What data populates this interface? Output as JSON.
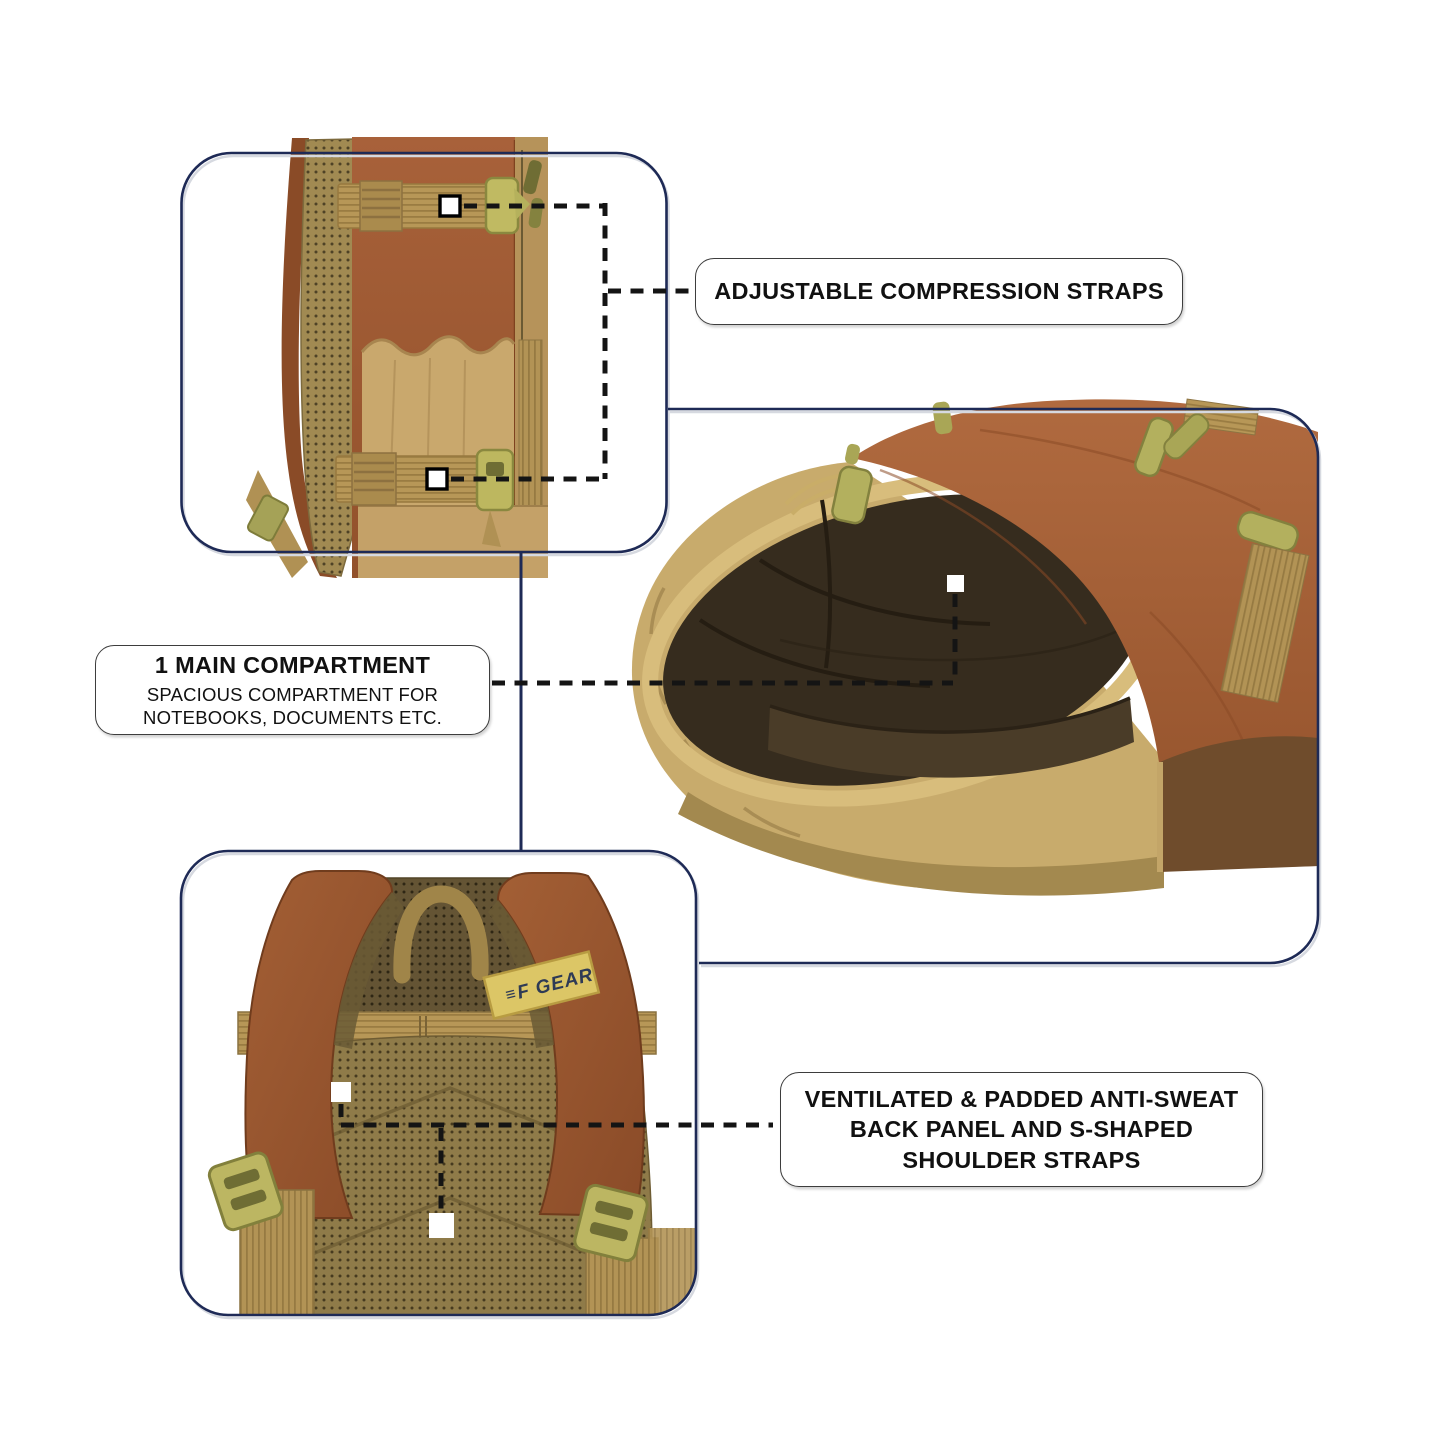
{
  "page": {
    "background": "#ffffff"
  },
  "palette": {
    "outline_navy": "#1e2a56",
    "dash_black": "#141414",
    "label_border": "#3d3d3d",
    "label_text": "#111111",
    "canvas_brown": "#a05d33",
    "khaki_webbing": "#b29355",
    "tan_lining": "#c8ab6c",
    "olive_buckle": "#b3b05e",
    "mesh_khaki": "#8f7b49",
    "logo_band_yellow": "#dcc666"
  },
  "callouts": {
    "compression": {
      "label": "ADJUSTABLE COMPRESSION STRAPS"
    },
    "compartment": {
      "title": "1 MAIN COMPARTMENT",
      "subtitle_line1": "SPACIOUS COMPARTMENT FOR",
      "subtitle_line2": "NOTEBOOKS, DOCUMENTS ETC."
    },
    "back_panel": {
      "label": "VENTILATED & PADDED ANTI-SWEAT BACK PANEL AND S-SHAPED SHOULDER STRAPS"
    }
  },
  "brand": {
    "logo_prefix": "≡",
    "logo_text": "F GEAR"
  }
}
